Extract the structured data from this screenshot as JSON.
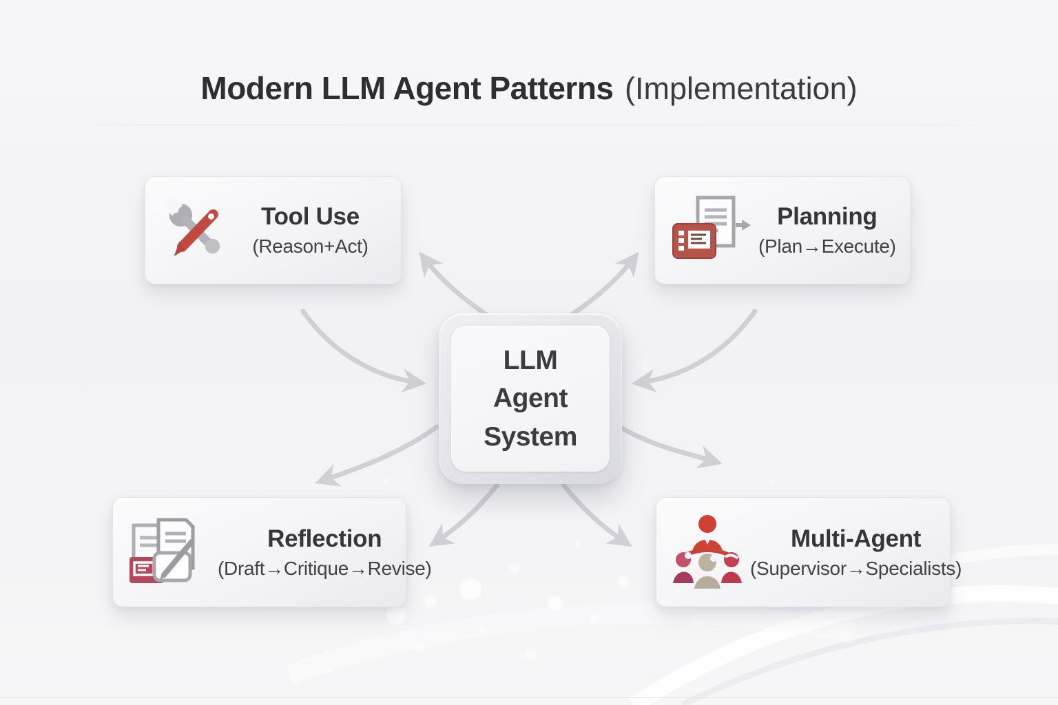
{
  "title": {
    "main": "Modern LLM Agent Patterns",
    "suffix": "(Implementation)"
  },
  "center_node": {
    "label_lines": [
      "LLM",
      "Agent",
      "System"
    ]
  },
  "nodes": {
    "tool_use": {
      "title": "Tool Use",
      "subtitle": "(Reason+Act)",
      "icon": "wrench-and-screwdriver-icon"
    },
    "planning": {
      "title": "Planning",
      "subtitle": "(Plan→Execute)",
      "icon": "plan-document-arrow-icon"
    },
    "reflection": {
      "title": "Reflection",
      "subtitle": "(Draft→Critique→Revise)",
      "icon": "documents-and-pencil-icon"
    },
    "multi_agent": {
      "title": "Multi-Agent",
      "subtitle": "(Supervisor→Specialists)",
      "icon": "supervisor-team-icon"
    }
  },
  "connections": [
    {
      "from": "center",
      "to": "tool-use"
    },
    {
      "from": "tool-use",
      "to": "center"
    },
    {
      "from": "center",
      "to": "planning"
    },
    {
      "from": "planning",
      "to": "center"
    },
    {
      "from": "center",
      "to": "reflection"
    },
    {
      "from": "center",
      "to": "reflection-side"
    },
    {
      "from": "center",
      "to": "multi-agent"
    },
    {
      "from": "center",
      "to": "multi-agent-side"
    }
  ],
  "colors": {
    "background": "#f3f3f5",
    "arrow_gray": "#cfcfd5",
    "accent_red": "#bf4238",
    "crimson": "#ad4260",
    "tan": "#b7ac9c",
    "icon_gray": "#a6a6ac",
    "title_text": "#2e2e31",
    "node_title_text": "#36363a",
    "node_subtitle_text": "#424246"
  }
}
